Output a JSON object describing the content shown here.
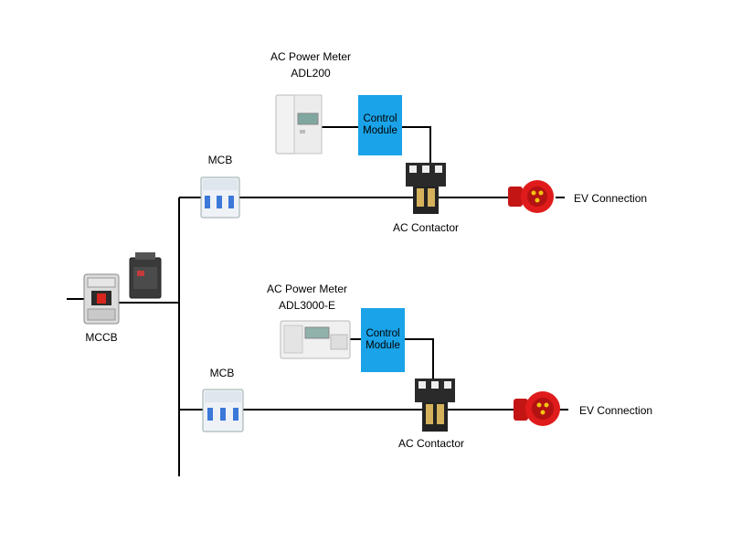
{
  "mccb": {
    "label": "MCCB"
  },
  "branches": [
    {
      "mcb_label": "MCB",
      "meter_title": "AC Power Meter",
      "meter_model": "ADL200",
      "control_module": "Control Module",
      "contactor_label": "AC Contactor",
      "ev_label": "EV Connection"
    },
    {
      "mcb_label": "MCB",
      "meter_title": "AC Power Meter",
      "meter_model": "ADL3000-E",
      "control_module": "Control Module",
      "contactor_label": "AC Contactor",
      "ev_label": "EV Connection"
    }
  ],
  "colors": {
    "control_module": "#1aa3e8",
    "plug": "#e01b1b",
    "wire": "#000000",
    "breaker_toggle": "#3b78d8"
  }
}
